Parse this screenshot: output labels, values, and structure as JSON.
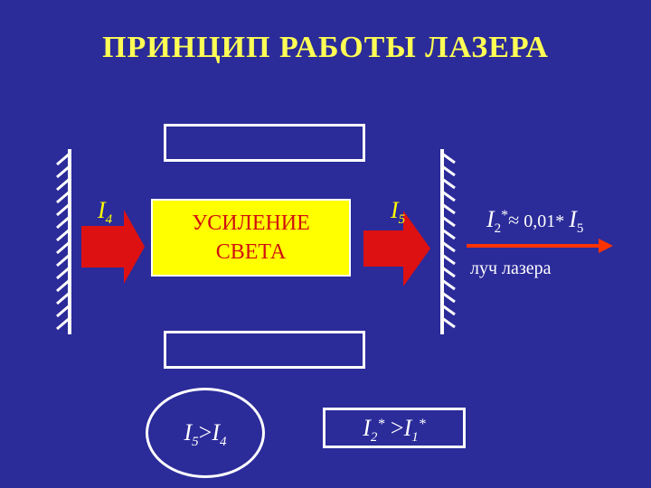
{
  "title": "ПРИНЦИП РАБОТЫ ЛАЗЕРА",
  "amplifier": {
    "line1": "УСИЛЕНИЕ",
    "line2": "СВЕТА"
  },
  "labels": {
    "input": {
      "symbol": "I",
      "sub": "4"
    },
    "output": {
      "symbol": "I",
      "sub": "5"
    }
  },
  "output_formula": {
    "symbol": "I",
    "sub": "2",
    "star": "*",
    "approx": "≈",
    "value": " 0,01* ",
    "symbol2": "I",
    "sub2": "5"
  },
  "beam_label": "луч лазера",
  "relation1": {
    "a": "I",
    "a_sub": "5",
    "op": ">",
    "b": "I",
    "b_sub": "4"
  },
  "relation2": {
    "a": "I",
    "a_sub": "2",
    "a_star": "*",
    "op": " >",
    "b": "I",
    "b_sub": "1",
    "b_star": "*"
  },
  "colors": {
    "background": "#2b2b9a",
    "title": "#ffff55",
    "arrow": "#dd1111",
    "beam": "#ff3300",
    "amplifier": "#ffff00"
  }
}
